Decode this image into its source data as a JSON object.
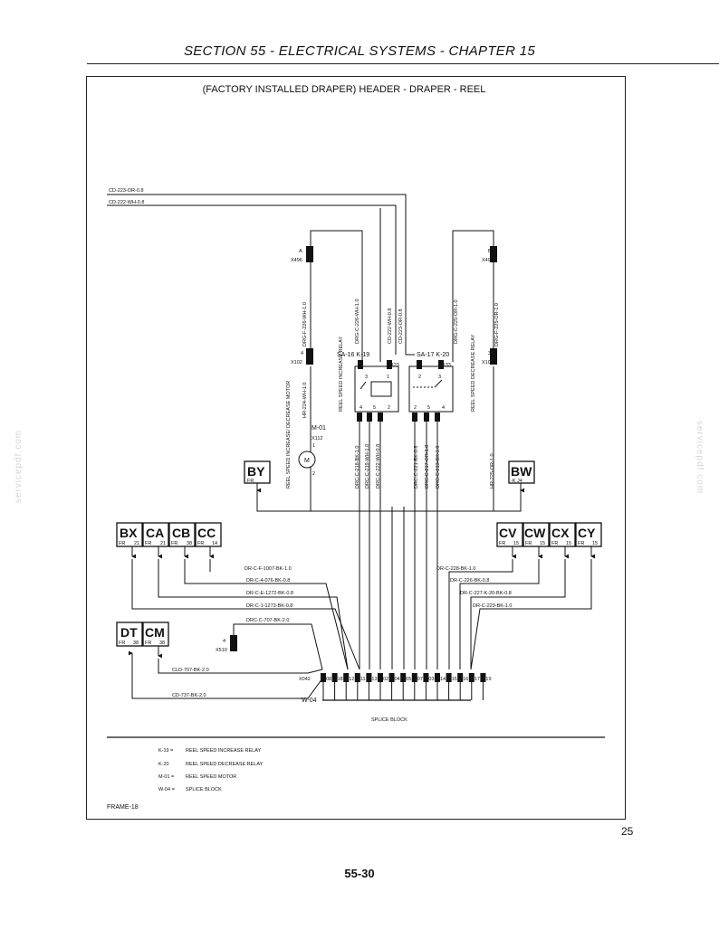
{
  "header": {
    "section_title": "SECTION 55 - ELECTRICAL SYSTEMS - CHAPTER 15"
  },
  "diagram": {
    "title": "(FACTORY INSTALLED DRAPER) HEADER - DRAPER - REEL",
    "inputs": [
      "CD-223-OR-0.8",
      "CD-222-WH-0.8"
    ],
    "connectors": {
      "a_label": "A",
      "a_id": "X496",
      "b_label": "B",
      "b_id": "X496",
      "x102_left_pin": "4",
      "x102_left_id": "X102",
      "x102_right_pin": "3",
      "x102_right_id": "X102",
      "x4_pin": "4",
      "x4_id": "X510",
      "m01_id": "M-01",
      "m01_x": "X112",
      "m01_pin1": "1",
      "m01_pin2": "2",
      "m01_letter": "M"
    },
    "relay_left": {
      "name": "SA-16  K-19",
      "conn": "X123",
      "desc": "REEL SPEED INCREASE RELAY",
      "pins_top": [
        "3",
        "1"
      ],
      "pins_bottom": [
        "4",
        "5",
        "2"
      ]
    },
    "relay_right": {
      "name": "SA-17  K-20",
      "conn": "X133",
      "desc": "REEL SPEED DECREASE RELAY",
      "pins_top": [
        "2",
        "3"
      ],
      "pins_bottom": [
        "2",
        "5",
        "4"
      ]
    },
    "wires_vertical": [
      "DRG-F-226-WH-1.0",
      "DRG-C-226-WH-1.0",
      "CD-222-WH-0.8",
      "CD-223-OR-0.8",
      "DRG-C-225-OR-1.0",
      "DRG-F-225-OR-1.0",
      "HR-224-WH-1.0",
      "REEL SPEED INCREASE/ DECREASE MOTOR",
      "DRC-C-218-BK-1.0",
      "DRC-C-219-WH-1.0",
      "DRC-C-222-WH-0.8",
      "DRC-C-221-BK-0.8",
      "DRC-C-217-OR-1.0",
      "DRC-C-213-BK-1.0",
      "HR-225-OR-1.0"
    ],
    "grounds": [
      {
        "name": "BY",
        "sub": "FR"
      },
      {
        "name": "BW",
        "sub": "-K  J4"
      }
    ],
    "boxes_left": [
      {
        "name": "BX",
        "fr": "FR",
        "num": "21"
      },
      {
        "name": "CA",
        "fr": "FR",
        "num": "21"
      },
      {
        "name": "CB",
        "fr": "FR",
        "num": "38"
      },
      {
        "name": "CC",
        "fr": "FR",
        "num": "14"
      }
    ],
    "boxes_right": [
      {
        "name": "CV",
        "fr": "FR",
        "num": "15"
      },
      {
        "name": "CW",
        "fr": "FR",
        "num": "15"
      },
      {
        "name": "CX",
        "fr": "FR",
        "num": "15"
      },
      {
        "name": "CY",
        "fr": "FR",
        "num": "15"
      }
    ],
    "boxes_bottom": [
      {
        "name": "DT",
        "fr": "FR",
        "num": "38"
      },
      {
        "name": "CM",
        "fr": "FR",
        "num": "38"
      }
    ],
    "wires_left": [
      "DR-C-F-1007-BK-1.0",
      "DR-C-4-076-BK-0.8",
      "DR-C-E-1272-BK-0.8",
      "DR-C-1-1273-BK-0.8",
      "DRC-C-707-BK-2.0"
    ],
    "wires_right": [
      "DR-C-228-BK-1.0",
      "DR-C-226-BK-0.8",
      "DR-C-227-K-20-BK-0.8",
      "DR-C-229-BK-1.0"
    ],
    "wires_bottom": [
      "CLD-707-BK-2.0",
      "CD-737-BK-2.0"
    ],
    "splice": {
      "conn": "X042",
      "id": "W-04",
      "label": "SPLICE BLOCK",
      "pins": [
        "08",
        "18",
        "12",
        "11",
        "13",
        "02",
        "04",
        "05",
        "07",
        "03",
        "14",
        "15",
        "16",
        "17",
        "19"
      ]
    }
  },
  "legend": [
    {
      "code": "K-19 =",
      "desc": "REEL SPEED INCREASE RELAY"
    },
    {
      "code": "K-20",
      "desc": "REEL SPEED DECREASE RELAY"
    },
    {
      "code": "M-01 =",
      "desc": "REEL SPEED MOTOR"
    },
    {
      "code": "W-04 =",
      "desc": "SPLICE BLOCK"
    }
  ],
  "frame_label": "FRAME-18",
  "figure_number": "25",
  "page_number": "55-30",
  "watermark": "servicepdf.com"
}
